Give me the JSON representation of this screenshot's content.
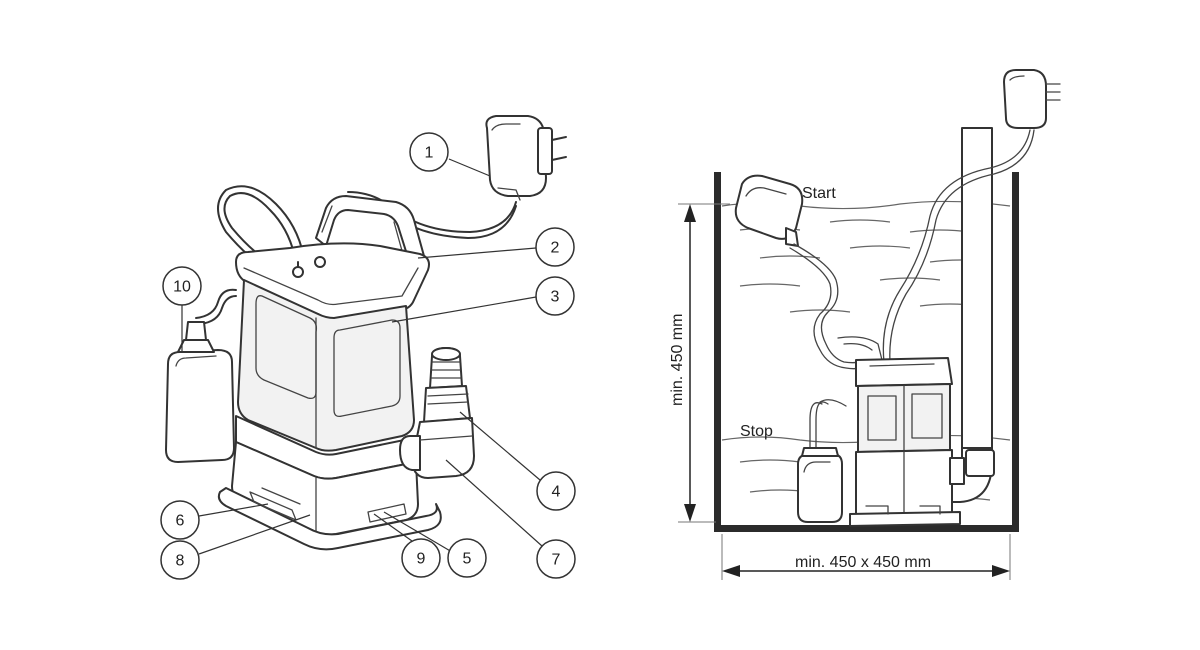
{
  "callouts": [
    {
      "num": "1"
    },
    {
      "num": "2"
    },
    {
      "num": "3"
    },
    {
      "num": "4"
    },
    {
      "num": "5"
    },
    {
      "num": "6"
    },
    {
      "num": "7"
    },
    {
      "num": "8"
    },
    {
      "num": "9"
    },
    {
      "num": "10"
    }
  ],
  "installation": {
    "start_label": "Start",
    "stop_label": "Stop",
    "height_label": "min. 450 mm",
    "width_label": "min. 450 x 450 mm"
  }
}
